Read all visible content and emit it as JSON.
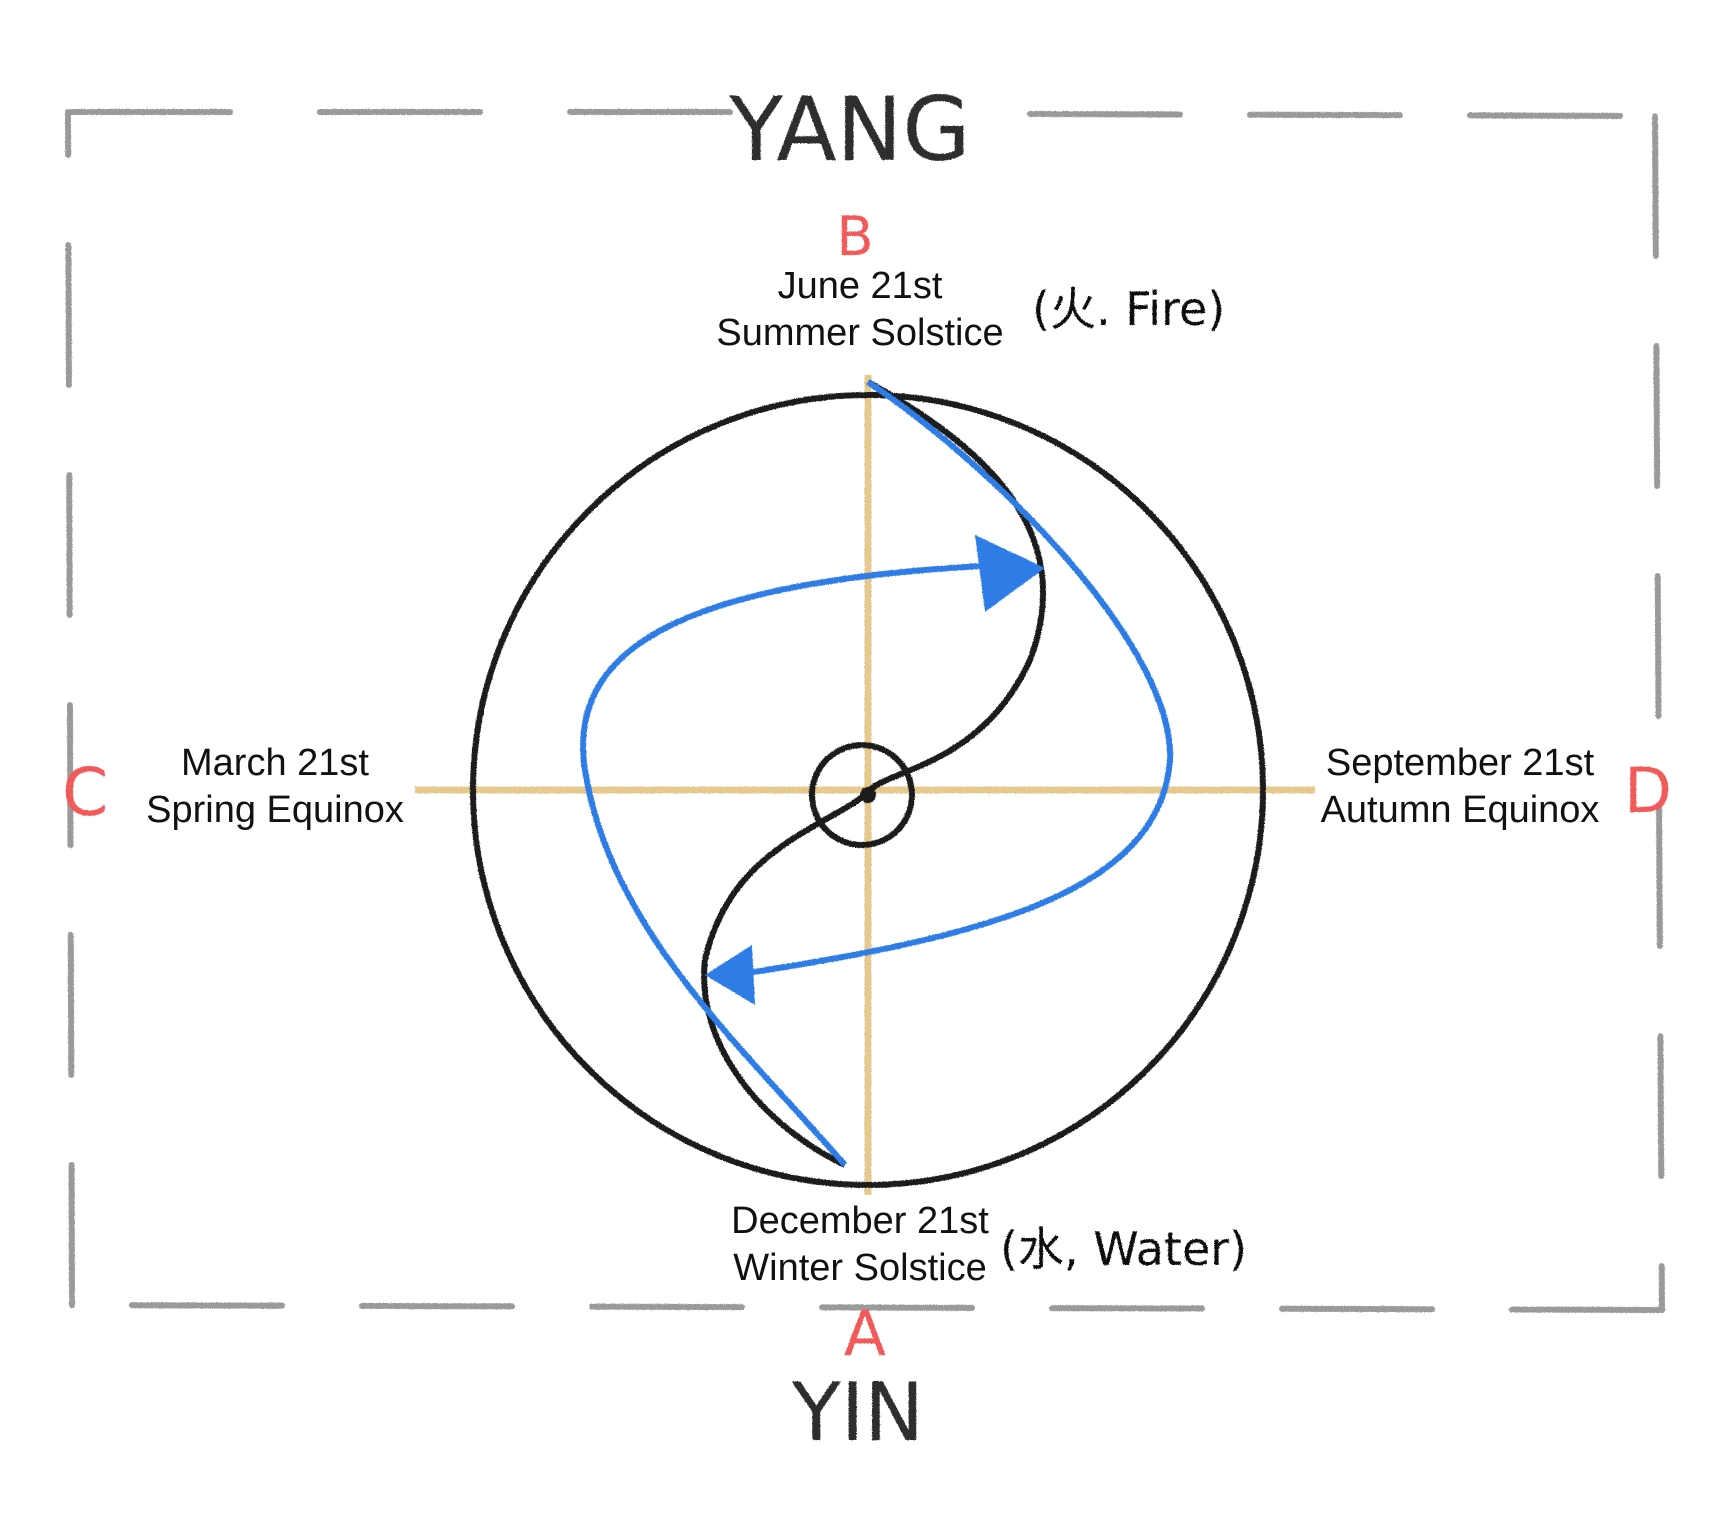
{
  "top_label": "YANG",
  "bottom_label": "YIN",
  "points": {
    "a": "A",
    "b": "B",
    "c": "C",
    "d": "D"
  },
  "summer": {
    "date": "June 21st",
    "name": "Summer Solstice",
    "note": "(火. Fire)"
  },
  "winter": {
    "date": "December 21st",
    "name": "Winter Solstice",
    "note": "(水, Water)"
  },
  "spring": {
    "date": "March 21st",
    "name": "Spring Equinox"
  },
  "autumn": {
    "date": "September 21st",
    "name": "Autumn Equinox"
  },
  "colors": {
    "frame": "#9a9a9a",
    "axis": "#e6c98f",
    "circle": "#1a1a1a",
    "arrow": "#2f7be6",
    "point_label": "#f25a5a",
    "text": "#111111"
  }
}
